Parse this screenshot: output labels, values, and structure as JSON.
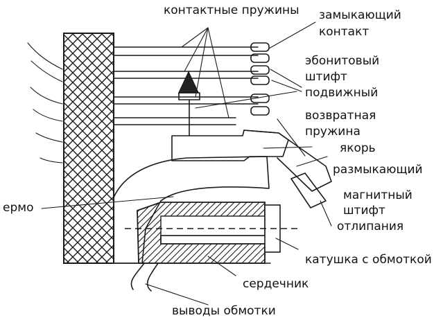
{
  "labels": {
    "contact_springs": "контактные пружины",
    "closing_contact_1": "замыкающий",
    "closing_contact_2": "контакт",
    "ebonite_pin_1": "эбонитовый",
    "ebonite_pin_2": "штифт",
    "movable": "подвижный",
    "return_spring_1": "возвратная",
    "return_spring_2": "пружина",
    "armature": "якорь",
    "breaking": "размыкающий",
    "yoke": "ермо",
    "magnetic_pin_1": "магнитный",
    "magnetic_pin_2": "штифт",
    "release": "отлипания",
    "coil": "катушка с обмоткой",
    "core": "сердечник",
    "winding_leads": "выводы обмотки"
  },
  "colors": {
    "ink": "#1a1a1a",
    "background": "#ffffff"
  }
}
